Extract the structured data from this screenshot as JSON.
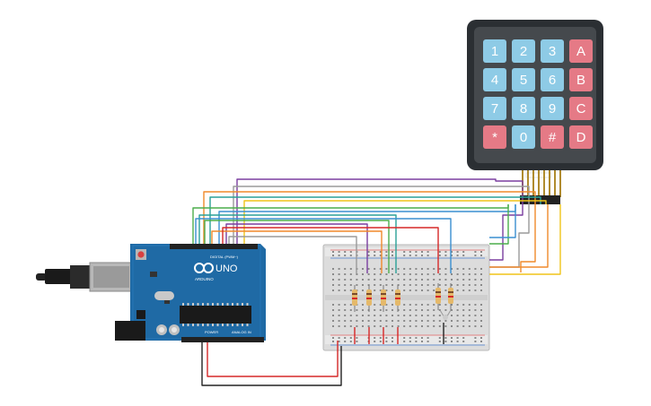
{
  "keypad": {
    "rows": [
      [
        {
          "label": "1",
          "color": "#8ecbe6"
        },
        {
          "label": "2",
          "color": "#8ecbe6"
        },
        {
          "label": "3",
          "color": "#8ecbe6"
        },
        {
          "label": "A",
          "color": "#e57a86"
        }
      ],
      [
        {
          "label": "4",
          "color": "#8ecbe6"
        },
        {
          "label": "5",
          "color": "#8ecbe6"
        },
        {
          "label": "6",
          "color": "#8ecbe6"
        },
        {
          "label": "B",
          "color": "#e57a86"
        }
      ],
      [
        {
          "label": "7",
          "color": "#8ecbe6"
        },
        {
          "label": "8",
          "color": "#8ecbe6"
        },
        {
          "label": "9",
          "color": "#8ecbe6"
        },
        {
          "label": "C",
          "color": "#e57a86"
        }
      ],
      [
        {
          "label": "*",
          "color": "#e57a86"
        },
        {
          "label": "0",
          "color": "#8ecbe6"
        },
        {
          "label": "#",
          "color": "#e57a86"
        },
        {
          "label": "D",
          "color": "#e57a86"
        }
      ]
    ],
    "body_color": "#2b2f33",
    "face_color": "#45494d"
  },
  "arduino": {
    "model_label": "UNO",
    "brand_label": "ARDUINO",
    "digital_label": "DIGITAL (PWM~)",
    "power_label": "POWER",
    "analog_label": "ANALOG IN",
    "board_color": "#1f6aa5"
  },
  "wire_colors": {
    "purple": "#7b3fa0",
    "gray": "#9a9a9a",
    "orange": "#f08a2c",
    "green": "#4cae4c",
    "blue": "#3a8fd0",
    "teal": "#2aa198",
    "yellow": "#f0c419",
    "red": "#d62828",
    "black": "#222222",
    "brown": "#7a4b2a"
  }
}
